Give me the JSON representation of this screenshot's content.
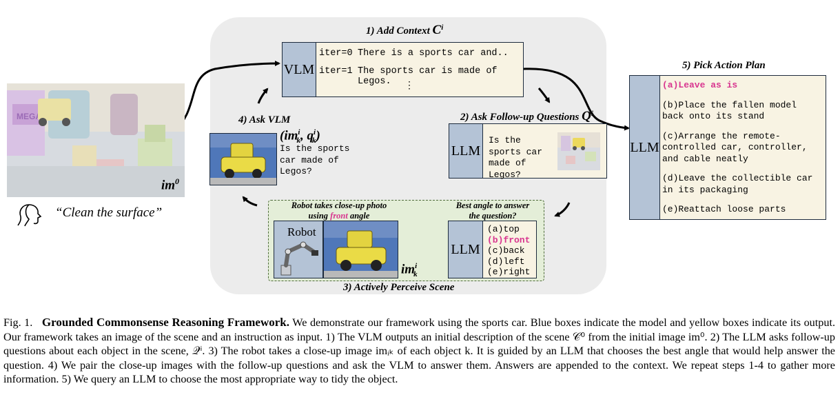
{
  "figure": {
    "scene_label": "im",
    "scene_label_sup": "0",
    "instruction": "“Clean the surface”",
    "step1": {
      "title": "1) Add Context",
      "symbol": "C",
      "sup": "i"
    },
    "vlm_top": {
      "model": "VLM",
      "rows": [
        {
          "iter": "iter=0",
          "text": "There is a sports car and.."
        },
        {
          "iter": "iter=1",
          "text": "The sports car is made of Legos."
        }
      ],
      "ellipsis": "⋮"
    },
    "step2": {
      "title": "2) Ask Follow-up Questions",
      "symbol": "Q",
      "sup": "i"
    },
    "llm_question": {
      "model": "LLM",
      "text": "Is the sports car made of Legos?"
    },
    "step3": {
      "title": "3) Actively Perceive Scene",
      "robot_caption": "Robot takes close-up photo using front angle",
      "robot_caption_pre": "Robot takes close-up photo",
      "robot_caption_using": "using",
      "robot_caption_front": "front",
      "robot_caption_post": "angle",
      "robot_label": "Robot",
      "closeup_label": "im",
      "closeup_sub": "k",
      "closeup_sup": "i",
      "angle_title": "Best angle to answer the question?",
      "angle_title_l1": "Best angle to answer",
      "angle_title_l2": "the question?",
      "angle_model": "LLM",
      "angles": [
        "(a)top",
        "(b)front",
        "(c)back",
        "(d)left",
        "(e)right"
      ]
    },
    "step4": {
      "title": "4) Ask VLM",
      "pair": "(im",
      "pair_text": "Is the sports car made of Legos?"
    },
    "step5": {
      "title": "5) Pick Action Plan",
      "model": "LLM",
      "options": [
        "(a)Leave as is",
        "(b)Place the fallen model back onto its stand",
        "(c)Arrange the remote-controlled car, controller, and cable neatly",
        "(d)Leave the collectible car in its packaging",
        "(e)Reattach loose parts"
      ]
    }
  },
  "caption": {
    "label": "Fig. 1.",
    "title": "Grounded Commonsense Reasoning Framework.",
    "body": "We demonstrate our framework using the sports car. Blue boxes indicate the model and yellow boxes indicate its output. Our framework takes an image of the scene and an instruction as input. 1) The VLM outputs an initial description of the scene 𝒞⁰ from the initial image im⁰. 2) The LLM asks follow-up questions about each object in the scene, 𝒬ⁱ. 3) The robot takes a close-up image imᵢₖ of each object k. It is guided by an LLM that chooses the best angle that would help answer the question. 4) We pair the close-up images with the follow-up questions and ask the VLM to answer them. Answers are appended to the context. We repeat steps 1-4 to gather more information. 5) We query an LLM to choose the most appropriate way to tidy the object."
  },
  "colors": {
    "model_blue": "#b4c3d6",
    "output_yellow": "#f8f3e3",
    "highlight_pink": "#d8358f",
    "panel_gray": "#ececec"
  }
}
